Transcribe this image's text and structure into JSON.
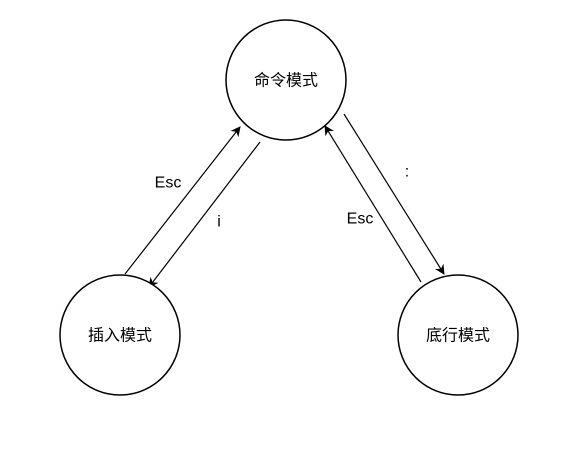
{
  "diagram": {
    "nodes": {
      "command": {
        "label": "命令模式"
      },
      "insert": {
        "label": "插入模式"
      },
      "lastline": {
        "label": "底行模式"
      }
    },
    "edges": {
      "insert_to_command": {
        "label": "Esc"
      },
      "command_to_insert": {
        "label": "i"
      },
      "lastline_to_command": {
        "label": "Esc"
      },
      "command_to_lastline": {
        "label": ":"
      }
    }
  }
}
